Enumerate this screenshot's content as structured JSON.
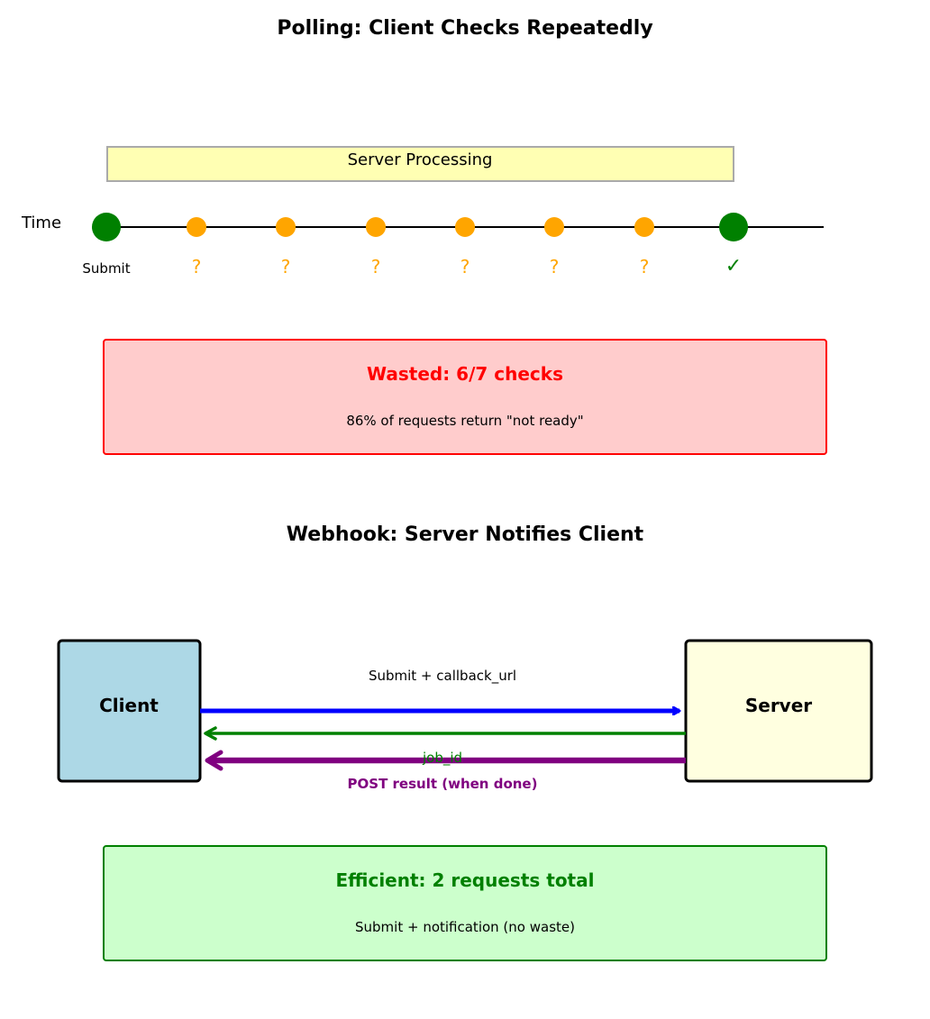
{
  "polling": {
    "title": "Polling: Client Checks Repeatedly",
    "processing_label": "Server Processing",
    "time_label": "Time",
    "submit_label": "Submit",
    "check_marks": [
      "?",
      "?",
      "?",
      "?",
      "?",
      "?",
      "✓"
    ],
    "summary_title": "Wasted: 6/7 checks",
    "summary_detail": "86% of requests return \"not ready\"",
    "colors": {
      "endpoint_dot": "#008000",
      "poll_dot": "#FFA500",
      "processing_fill": "#FFFFB3",
      "processing_border": "#AAAAAA",
      "summary_fill": "#FFCCCC",
      "summary_border": "#FF0000",
      "summary_title": "#FF0000"
    }
  },
  "webhook": {
    "title": "Webhook: Server Notifies Client",
    "client_label": "Client",
    "server_label": "Server",
    "arrows": [
      {
        "label": "Submit + callback_url",
        "direction": "client-to-server",
        "color": "#0000FF"
      },
      {
        "label": "job_id",
        "direction": "server-to-client",
        "color": "#008000"
      },
      {
        "label": "POST result (when done)",
        "direction": "server-to-client",
        "color": "#800080"
      }
    ],
    "summary_title": "Efficient: 2 requests total",
    "summary_detail": "Submit + notification (no waste)",
    "colors": {
      "client_fill": "#ADD8E6",
      "server_fill": "#FFFFE0",
      "summary_fill": "#CCFFCC",
      "summary_border": "#008000",
      "summary_title": "#008000"
    }
  }
}
